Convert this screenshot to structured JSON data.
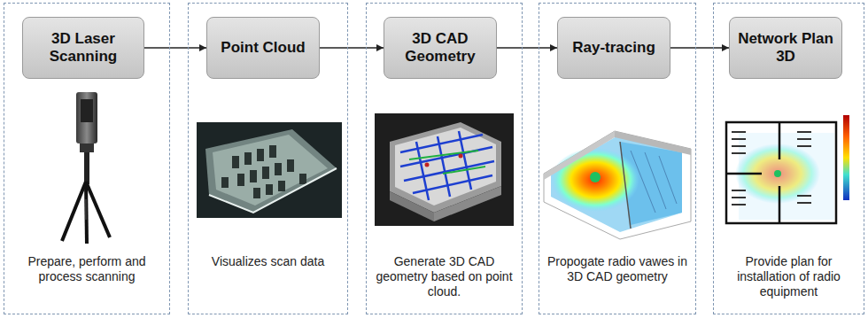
{
  "diagram": {
    "nodes": [
      {
        "text": [
          "Prepare, perform and process scanning"
        ]
      },
      {
        "text": [
          "3D Laser Scanning"
        ],
        "in": 0
      },
      {
        "text": [
          "Visualizes scan data"
        ]
      },
      {
        "text": [
          "Point Cloud"
        ],
        "in": 2
      },
      {
        "text": [
          "Generate 3D CAD geometry based on point cloud."
        ]
      },
      {
        "text": [
          "3D CAD Geometry"
        ],
        "in": 4
      },
      {
        "text": [
          "Propogate radio vawes in 3D CAD geometry"
        ]
      },
      {
        "text": [
          "Ray-tracing"
        ],
        "in": 6
      },
      {
        "text": [
          "Provide plan for installation of radio equipment"
        ]
      },
      {
        "text": [
          "Network Plan 3D"
        ],
        "in": 8
      }
    ],
    "edges": [
      {
        "from": 1,
        "to": 3,
        "arrow": "to"
      },
      {
        "from": 3,
        "to": 5,
        "arrow": "to"
      },
      {
        "from": 5,
        "to": 7,
        "arrow": "to"
      },
      {
        "from": 7,
        "to": 9,
        "arrow": "to"
      }
    ]
  }
}
